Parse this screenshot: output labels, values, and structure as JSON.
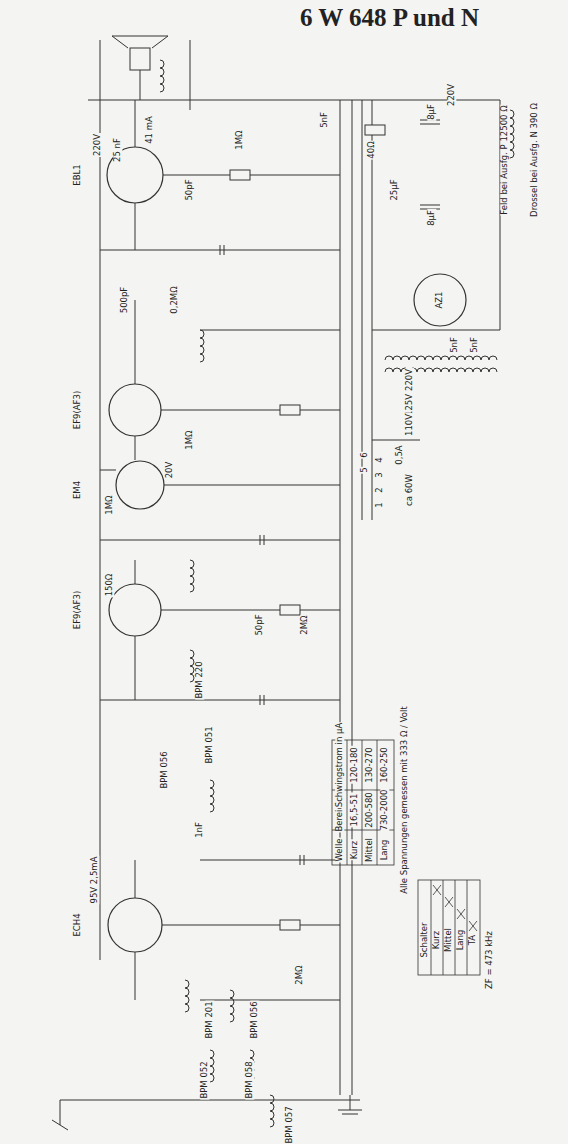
{
  "diagram": {
    "title": "6 W 648 P und N",
    "labels": [
      "EBL1",
      "220V",
      "25 nF",
      "41 mA",
      "50pF",
      "1MΩ",
      "5nF",
      "40Ω",
      "8µF",
      "8µF",
      "25µF",
      "220V",
      "AZ1",
      "5nF",
      "5nF",
      "220V",
      "125V",
      "110V",
      "0,5A",
      "ca 60W",
      "Feld bei Ausfg. P 12500 Ω",
      "Drossel bei Ausfg. N 390 Ω",
      "EF9(AF3)",
      "500pF",
      "0,2MΩ",
      "1MΩ",
      "EM4",
      "1MΩ",
      "20V",
      "EF9(AF3)",
      "150Ω",
      "2MΩ",
      "50pF",
      "ECH4",
      "95V 2,5mA",
      "1nF",
      "2MΩ",
      "BPM 201",
      "BPM 056",
      "BPM 052",
      "BPM 058",
      "BPM 057",
      "BPM 056",
      "BPM 051",
      "BPM 220",
      "ZF = 473 kHz",
      "Welle",
      "Kurz",
      "Mittel",
      "Lang",
      "Bereich m",
      "16,5-51",
      "200-580",
      "730-2000",
      "Schwingstrom in µA",
      "120-180",
      "130-270",
      "160-250",
      "Alle Spannungen gemessen mit 333 Ω / Volt",
      "Schalter",
      "Kurz",
      "Mittel",
      "Lang",
      "TA",
      "1",
      "2",
      "3",
      "4",
      "5",
      "6"
    ]
  }
}
